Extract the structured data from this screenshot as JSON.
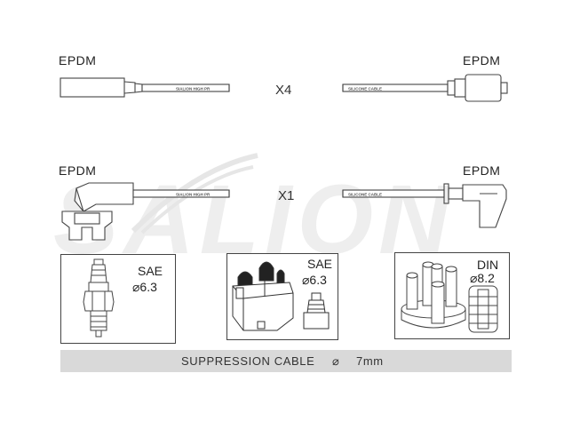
{
  "rows": [
    {
      "left_label": "EPDM",
      "right_label": "EPDM",
      "quantity": "X4",
      "left_print": "SIALION HIGH PR",
      "right_print": "SILICONE CABLE"
    },
    {
      "left_label": "EPDM",
      "right_label": "EPDM",
      "quantity": "X1",
      "left_print": "SIALION HIGH PR",
      "right_print": "SILICONE CABLE"
    }
  ],
  "panels": [
    {
      "standard": "SAE",
      "size": "⌀6.3"
    },
    {
      "standard": "SAE",
      "size": "⌀6.3"
    },
    {
      "standard": "DIN",
      "size": "⌀8.2"
    }
  ],
  "footer": {
    "label": "SUPPRESSION CABLE",
    "diameter_symbol": "⌀",
    "diameter_value": "7mm"
  },
  "watermark": {
    "text": "SALION"
  },
  "colors": {
    "line": "#444444",
    "footer_bg": "#d9d9d9",
    "watermark": "#ececec"
  }
}
